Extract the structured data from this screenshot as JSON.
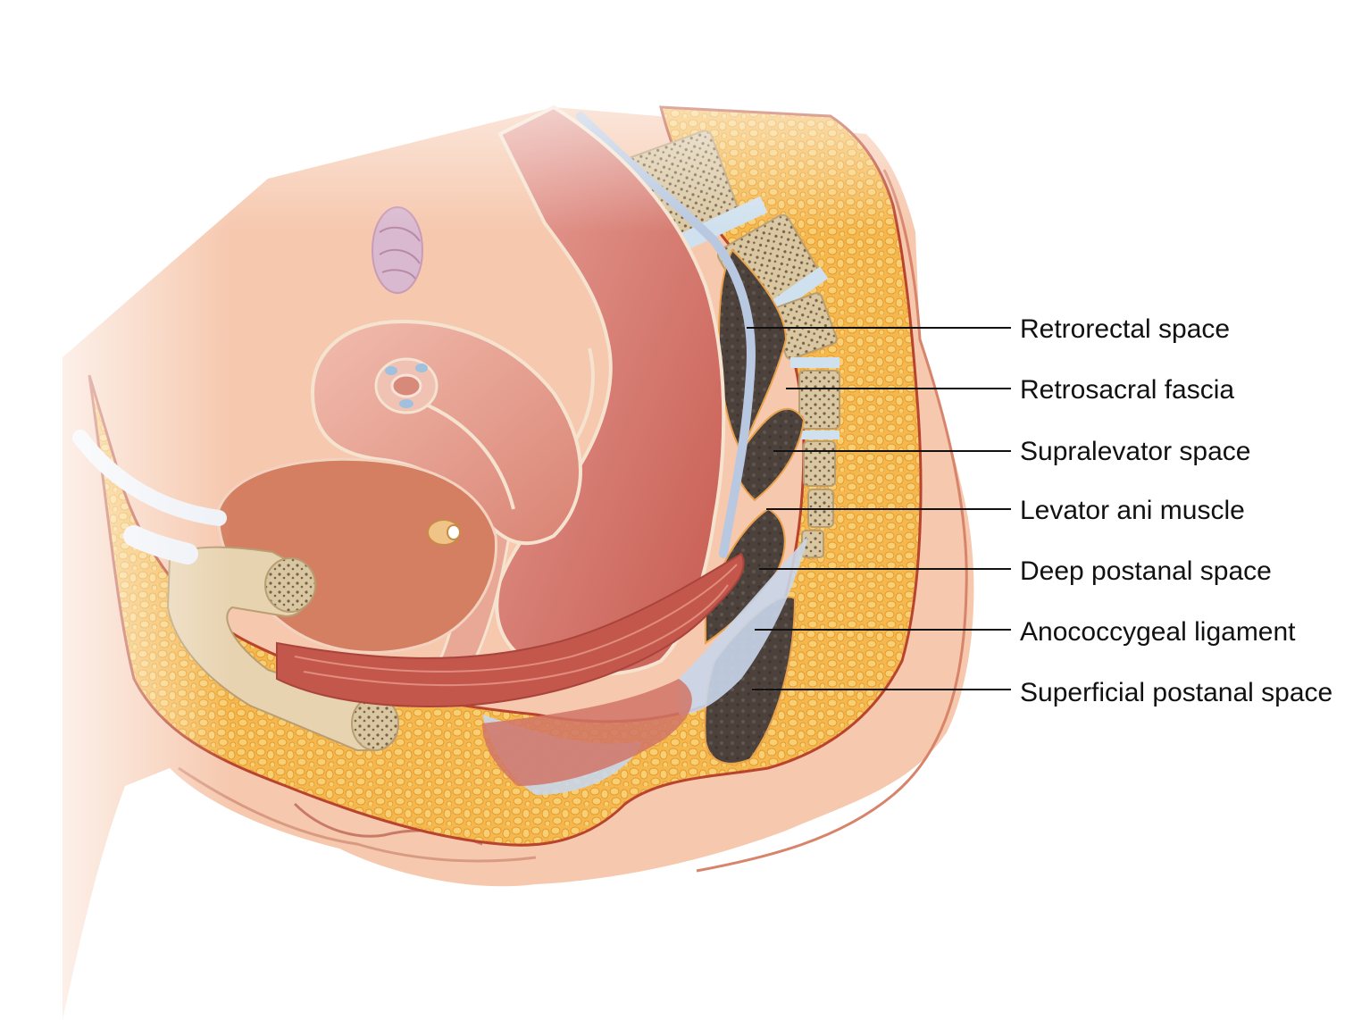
{
  "labels": [
    {
      "id": "retrorectal-space",
      "text": "Retrorectal space"
    },
    {
      "id": "retrosacral-fascia",
      "text": "Retrosacral fascia"
    },
    {
      "id": "supralevator-space",
      "text": "Supralevator space"
    },
    {
      "id": "levator-ani-muscle",
      "text": "Levator ani muscle"
    },
    {
      "id": "deep-postanal-space",
      "text": "Deep postanal space"
    },
    {
      "id": "anococcygeal-ligament",
      "text": "Anococcygeal ligament"
    },
    {
      "id": "superficial-postanal-space",
      "text": "Superficial postanal space"
    }
  ],
  "colors": {
    "skin": "#f6c8ae",
    "skin_outline": "#c0392b",
    "fat": "#f5b84e",
    "bone": "#d9c7a2",
    "organ": "#e49d8c",
    "muscle": "#c85a50",
    "fascia": "#b8c8e0",
    "space": "#4a3e3a"
  }
}
